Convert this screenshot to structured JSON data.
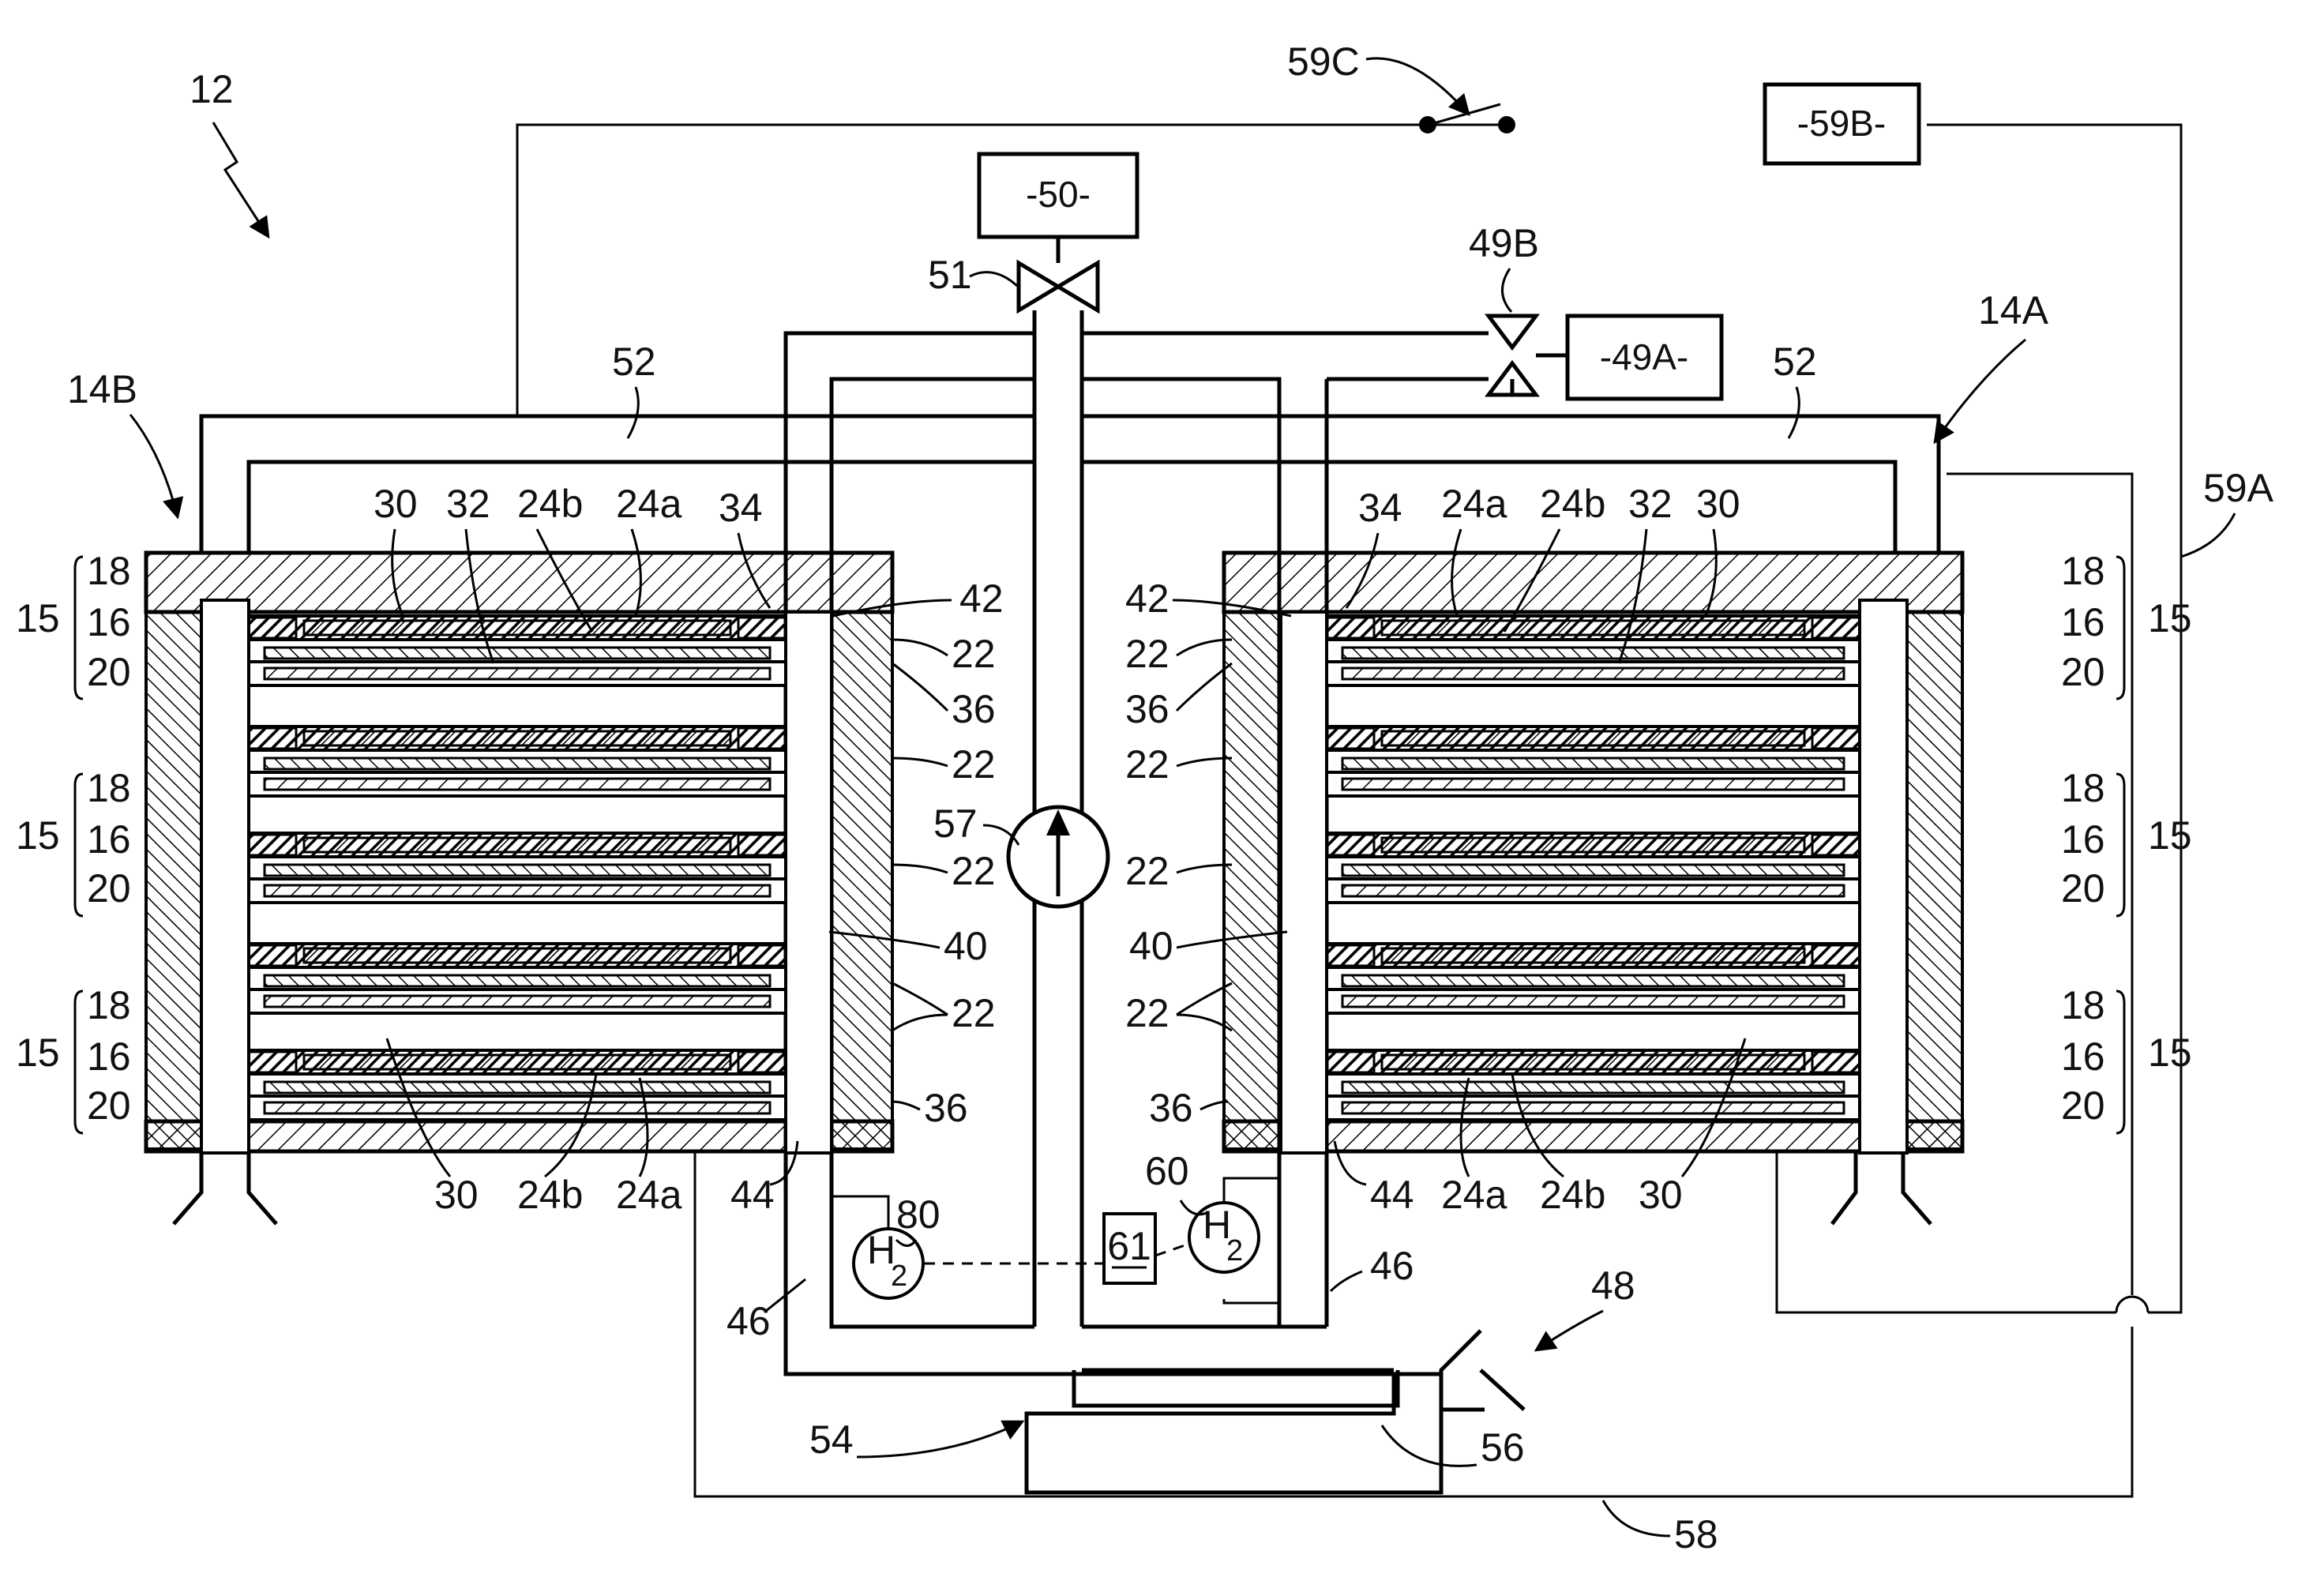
{
  "figure": {
    "ref": "12",
    "stack_b": "14B",
    "stack_a": "14A",
    "boxes": {
      "b50": "-50-",
      "b49a": "-49A-",
      "b59b": "-59B-",
      "b61": "61"
    },
    "sensor_text": {
      "h": "H",
      "sub": "2"
    },
    "labels": {
      "l59c": "59C",
      "l51": "51",
      "l49b": "49B",
      "l52": "52",
      "l59a": "59A",
      "l30": "30",
      "l32": "32",
      "l24b": "24b",
      "l24a": "24a",
      "l34": "34",
      "l42": "42",
      "l22": "22",
      "l36": "36",
      "l57": "57",
      "l40": "40",
      "l18": "18",
      "l16": "16",
      "l20": "20",
      "l15": "15",
      "l44": "44",
      "l46": "46",
      "l48": "48",
      "l54": "54",
      "l56": "56",
      "l58": "58",
      "l60": "60",
      "l80": "80"
    }
  }
}
